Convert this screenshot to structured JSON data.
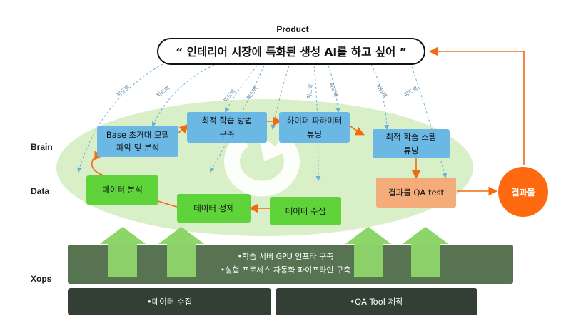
{
  "title": "Product",
  "goal": "“ 인테리어 시장에 특화된 생성 AI를 하고 싶어 ”",
  "lanes": {
    "brain": "Brain",
    "data": "Data",
    "xops": "Xops"
  },
  "feedback_label": "피드백",
  "brain_boxes": [
    "Base 초거대 모델\n파악 및 분석",
    "최적 학습 방법\n구축",
    "하이퍼 파라미터\n튜닝",
    "최적 학습 스텝\n튜닝"
  ],
  "data_boxes": [
    "데이터 분석",
    "데이터 정제",
    "데이터 수집"
  ],
  "qa_box": "결과물 QA test",
  "result": "결과물",
  "xops_lines": [
    "•학습 서버 GPU 인프라 구축",
    "•실험 프로세스 자동화 파이프라인 구축"
  ],
  "bottom_bars": [
    "•데이터 수집",
    "•QA Tool 제작"
  ],
  "colors": {
    "brain": "#6cb8e4",
    "data": "#5fd43a",
    "qa": "#f3ac7a",
    "result": "#ff6910",
    "flow_arrow": "#f26b12",
    "feedback": "#6aaedb",
    "ellipse": "#d9efc8",
    "xops": "#577351",
    "bar": "#333f35"
  }
}
